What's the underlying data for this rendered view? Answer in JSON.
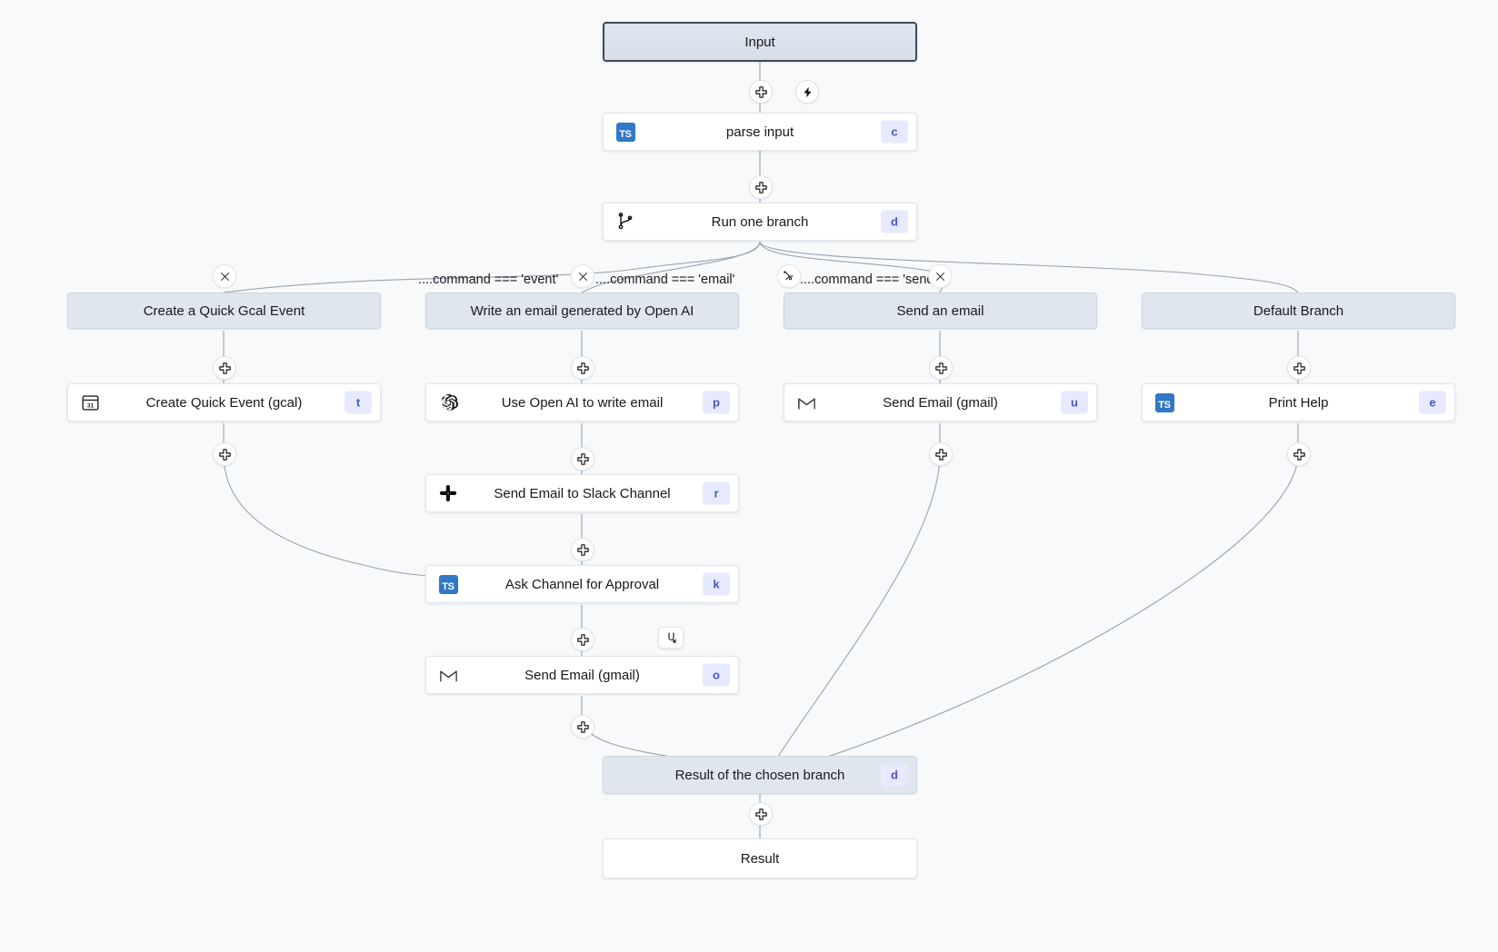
{
  "canvas": {
    "background": "#f7f9fb",
    "accent_badge_bg": "#e7eaff",
    "accent_badge_fg": "#4b55c9",
    "ts_icon_bg": "#3178c6",
    "band_bg": "#dfe6ed",
    "terminal_bg": "#e0e8ee"
  },
  "nodes": {
    "input": {
      "label": "Input",
      "type": "terminal"
    },
    "parse_input": {
      "label": "parse input",
      "key": "c",
      "icon": "typescript-icon"
    },
    "run_one_branch": {
      "label": "Run one branch",
      "key": "d",
      "icon": "branch-icon"
    },
    "branch_gcal_head": {
      "label": "Create a Quick Gcal Event"
    },
    "branch_email_head": {
      "label": "Write an email generated by Open AI"
    },
    "branch_send_head": {
      "label": "Send an email"
    },
    "branch_default_head": {
      "label": "Default Branch"
    },
    "create_quick_event": {
      "label": "Create Quick Event (gcal)",
      "key": "t",
      "icon": "google-calendar-icon"
    },
    "use_openai": {
      "label": "Use Open AI to write email",
      "key": "p",
      "icon": "openai-icon"
    },
    "send_email_slack": {
      "label": "Send Email to Slack Channel",
      "key": "r",
      "icon": "slack-icon"
    },
    "ask_channel_approval": {
      "label": "Ask Channel for Approval",
      "key": "k",
      "icon": "typescript-icon",
      "badge": "suspend-icon"
    },
    "send_email_gmail_branch": {
      "label": "Send Email (gmail)",
      "key": "o",
      "icon": "gmail-icon"
    },
    "send_email_gmail_send": {
      "label": "Send Email (gmail)",
      "key": "u",
      "icon": "gmail-icon"
    },
    "print_help": {
      "label": "Print Help",
      "key": "e",
      "icon": "typescript-icon"
    },
    "result_of_branch": {
      "label": "Result of the chosen branch",
      "key": "d"
    },
    "result": {
      "label": "Result",
      "type": "terminal"
    }
  },
  "conditions": {
    "event": "....command === 'event'",
    "email": "....command === 'email'",
    "send": "....command === 'send'"
  },
  "handles": {
    "add": "plus-icon",
    "trigger": "lightning-icon",
    "remove": "close-icon",
    "add_branch": "add-branch-icon"
  }
}
